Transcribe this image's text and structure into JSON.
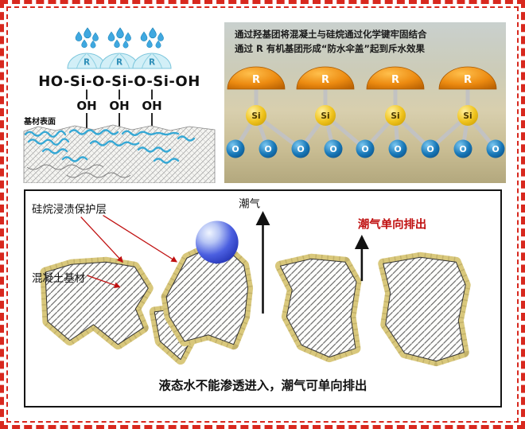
{
  "colors": {
    "border_red": "#d8281e",
    "accent_red": "#c01010",
    "layer_khaki": "#d9c87c",
    "umbrella_orange": "#e8820c",
    "si_yellow": "#f0c420",
    "o_blue": "#1878b8",
    "ball_blue": "#2a3fd4",
    "drop_blue": "#3fa8e0"
  },
  "panel_hydroxyl": {
    "formula": "HO-Si-O-Si-O-Si-OH",
    "oh_labels": [
      "OH",
      "OH",
      "OH"
    ],
    "umbrella_labels": [
      "R",
      "R",
      "R"
    ],
    "surface_label": "基材表面"
  },
  "panel_umbrella": {
    "caption_line1": "通过羟基团将混凝土与硅烷通过化学键牢固结合",
    "caption_line2": "通过 R 有机基团形成“防水伞盖”起到斥水效果",
    "r_labels": [
      "R",
      "R",
      "R",
      "R"
    ],
    "si_labels": [
      "Si",
      "Si",
      "Si",
      "Si"
    ],
    "o_labels": [
      "O",
      "O",
      "O",
      "O",
      "O",
      "O",
      "O",
      "O",
      "O"
    ]
  },
  "panel_section": {
    "protection_label": "硅烷浸渍保护层",
    "moisture_label": "潮气",
    "oneway_label": "潮气单向排出",
    "substrate_label": "混凝土基材",
    "caption": "液态水不能渗透进入，潮气可单向排出"
  }
}
